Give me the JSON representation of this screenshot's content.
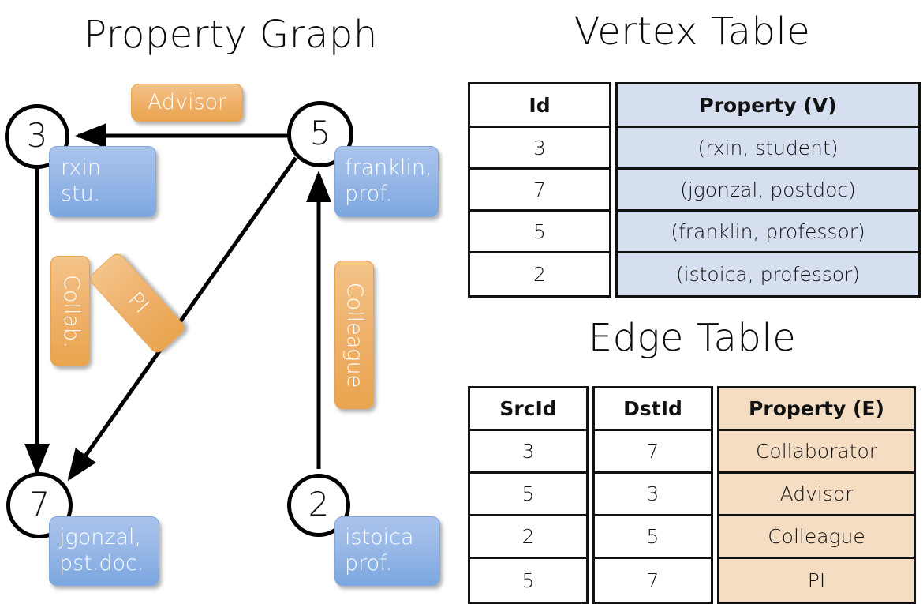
{
  "titles": {
    "property_graph": "Property Graph",
    "vertex_table": "Vertex Table",
    "edge_table": "Edge Table"
  },
  "graph": {
    "nodes": [
      {
        "id": "3",
        "label": "rxin\nstu."
      },
      {
        "id": "5",
        "label": "franklin,\nprof."
      },
      {
        "id": "7",
        "label": "jgonzal,\npst.doc."
      },
      {
        "id": "2",
        "label": "istoica\nprof."
      }
    ],
    "node_labels": {
      "n3": "3",
      "n5": "5",
      "n7": "7",
      "n2": "2"
    },
    "property_chips": {
      "rxin": "rxin\nstu.",
      "franklin": "franklin,\nprof.",
      "jgonzal": "jgonzal,\npst.doc.",
      "istoica": "istoica\nprof."
    },
    "edge_chips": {
      "advisor": "Advisor",
      "collab": "Collab.",
      "pi": "PI",
      "colleague": "Colleague"
    },
    "edges": [
      {
        "from": "5",
        "to": "3",
        "label": "Advisor"
      },
      {
        "from": "3",
        "to": "7",
        "label": "Collab."
      },
      {
        "from": "5",
        "to": "7",
        "label": "PI"
      },
      {
        "from": "2",
        "to": "5",
        "label": "Colleague"
      }
    ]
  },
  "vertex_table": {
    "headers": [
      "Id",
      "Property (V)"
    ],
    "rows": [
      {
        "id": "3",
        "property": "(rxin, student)"
      },
      {
        "id": "7",
        "property": "(jgonzal, postdoc)"
      },
      {
        "id": "5",
        "property": "(franklin, professor)"
      },
      {
        "id": "2",
        "property": "(istoica, professor)"
      }
    ]
  },
  "edge_table": {
    "headers": [
      "SrcId",
      "DstId",
      "Property (E)"
    ],
    "rows": [
      {
        "src": "3",
        "dst": "7",
        "property": "Collaborator"
      },
      {
        "src": "5",
        "dst": "3",
        "property": "Advisor"
      },
      {
        "src": "2",
        "dst": "5",
        "property": "Colleague"
      },
      {
        "src": "5",
        "dst": "7",
        "property": "PI"
      }
    ]
  },
  "colors": {
    "vertex_fill": "#d6dff0",
    "edge_fill": "#f5ddc4",
    "chip_blue": "#8fb3e6",
    "chip_orange": "#efb06a",
    "stroke": "#111111",
    "background": "#ffffff"
  }
}
